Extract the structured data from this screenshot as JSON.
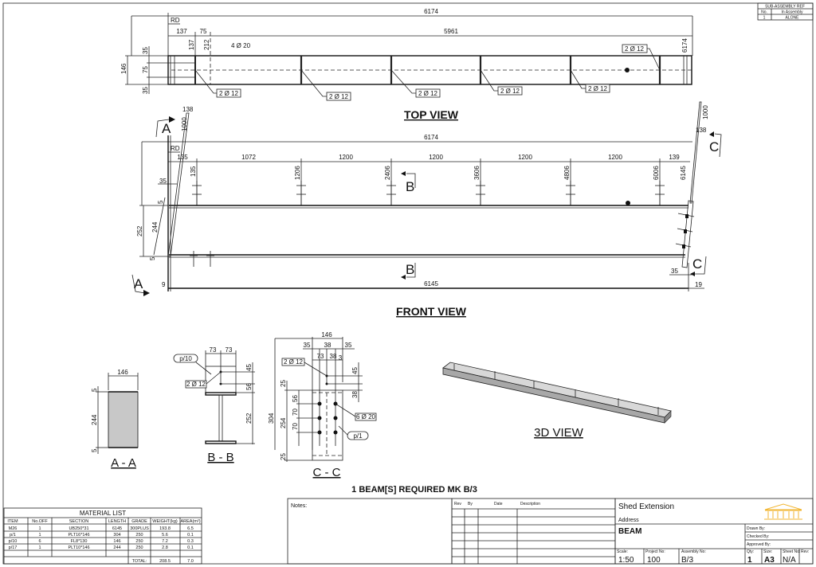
{
  "sub_assembly_ref": {
    "title": "SUB-ASSEMBLY REF",
    "col_no": "No.",
    "col_in": "In Assembly",
    "row_no": "1",
    "row_in": "ALONE"
  },
  "top_view": {
    "title": "TOP VIEW",
    "overall": "6174",
    "rd": "RD",
    "dims_h": [
      "137",
      "75",
      "5961"
    ],
    "dims_v": [
      "137",
      "212"
    ],
    "left_dims": [
      "146",
      "35",
      "75",
      "35"
    ],
    "right_dim": "6174",
    "hole_note": "4 Ø 20",
    "bolt_labels": [
      "2 Ø 12",
      "2 Ø 12",
      "2 Ø 12",
      "2 Ø 12",
      "2 Ø 12",
      "2 Ø 12"
    ]
  },
  "front_view": {
    "title": "FRONT VIEW",
    "overall": "6174",
    "rd": "RD",
    "spacing": [
      "135",
      "1072",
      "1200",
      "1200",
      "1200",
      "1200",
      "139"
    ],
    "positions": [
      "135",
      "1206",
      "2406",
      "3606",
      "4806",
      "6006",
      "6145"
    ],
    "left_dims": [
      "35",
      "5",
      "252",
      "244",
      "5",
      "9"
    ],
    "slope_left": [
      "138",
      "1000"
    ],
    "slope_right": [
      "1000",
      "138"
    ],
    "bottom": "6145",
    "right_dims": [
      "35",
      "19"
    ],
    "section_a": "A",
    "section_b": "B",
    "section_c": "C"
  },
  "section_aa": {
    "title": "A - A",
    "width": "146",
    "dims": [
      "5",
      "244",
      "5"
    ]
  },
  "section_bb": {
    "title": "B - B",
    "top": [
      "73",
      "73"
    ],
    "right": [
      "45",
      "56",
      "252"
    ],
    "part": "p/10",
    "bolt": "2 Ø 12"
  },
  "section_cc": {
    "title": "C - C",
    "top": [
      "146",
      "35",
      "38",
      "35",
      "73",
      "38",
      "3"
    ],
    "right": [
      "45",
      "38"
    ],
    "left": [
      "25",
      "304",
      "254",
      "56",
      "70",
      "70",
      "25"
    ],
    "bolt": "2 Ø 12",
    "holes": "6 Ø 20",
    "part": "p/1"
  },
  "view_3d": {
    "title": "3D VIEW"
  },
  "required_note": "1  BEAM[S]  REQUIRED  MK B/3",
  "material_list": {
    "title": "MATERIAL LIST",
    "headers": [
      "ITEM",
      "No.OFF",
      "SECTION",
      "LENGTH",
      "GRADE",
      "WEIGHT(kg)",
      "AREA(m²)"
    ],
    "rows": [
      [
        "M26",
        "1",
        "UB250*31",
        "6145",
        "300PLUS",
        "193.8",
        "6.5"
      ],
      [
        "p/1",
        "1",
        "PLT16*146",
        "304",
        "250",
        "5.6",
        "0.1"
      ],
      [
        "p/10",
        "6",
        "FL8*130",
        "146",
        "250",
        "7.2",
        "0.3"
      ],
      [
        "p/17",
        "1",
        "PLT10*146",
        "244",
        "250",
        "2.8",
        "0.1"
      ]
    ],
    "total_label": "TOTAL:",
    "total_weight": "208.5",
    "total_area": "7.0"
  },
  "notes": {
    "label": "Notes:"
  },
  "revisions": {
    "headers": [
      "Rev",
      "By",
      "Date",
      "Description"
    ]
  },
  "title_block": {
    "project": "Shed Extension",
    "address": "Address",
    "drawing_title": "BEAM",
    "drawn_by": "Drawn By:",
    "checked_by": "Checked By:",
    "approved_by": "Approved By:",
    "scale_label": "Scale:",
    "scale": "1:50",
    "project_no_label": "Project No:",
    "project_no": "100",
    "assembly_no_label": "Assembly No:",
    "assembly_no": "B/3",
    "qty_label": "Qty:",
    "qty": "1",
    "size_label": "Size:",
    "size": "A3",
    "sheet_label": "Sheet No:",
    "sheet": "N/A",
    "rev_label": "Rev:",
    "logo_color": "#f2b632"
  }
}
